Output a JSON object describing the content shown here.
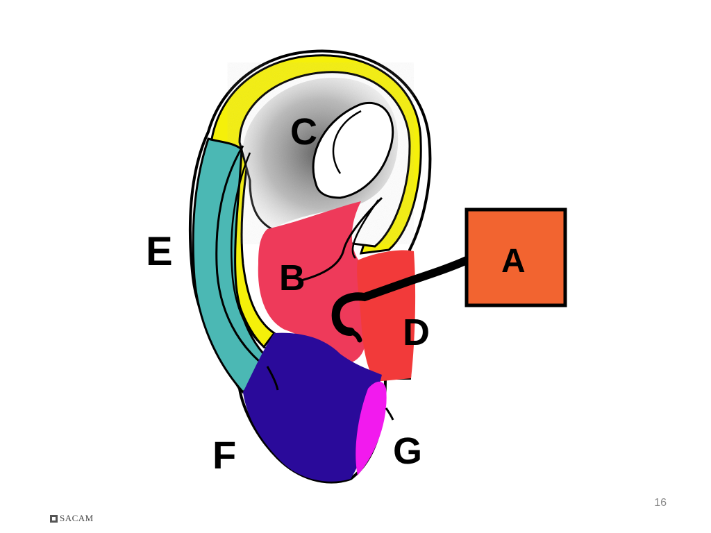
{
  "labels": {
    "a": "A",
    "b": "B",
    "c": "C",
    "d": "D",
    "e": "E",
    "f": "F",
    "g": "G"
  },
  "page_number": "16",
  "logo_text": "SACAM",
  "colors": {
    "region_a_box": "#F26430",
    "region_b": "#EE3A5A",
    "region_d": "#F23A3A",
    "region_e": "#4BB8B4",
    "region_f": "#2A0A9A",
    "region_g": "#F21AEE",
    "helix_rim": "#F5F00A",
    "outline": "#000000"
  }
}
